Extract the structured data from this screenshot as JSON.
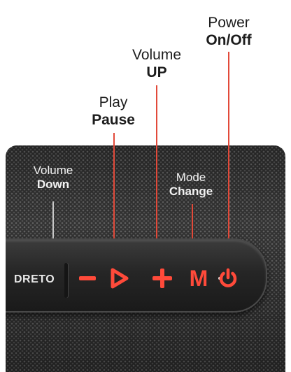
{
  "labels": {
    "power": {
      "line1": "Power",
      "line2": "On/Off"
    },
    "volume_up": {
      "line1": "Volume",
      "line2": "UP"
    },
    "play": {
      "line1": "Play",
      "line2": "Pause"
    },
    "volume_down": {
      "line1": "Volume",
      "line2": "Down"
    },
    "mode": {
      "line1": "Mode",
      "line2": "Change"
    }
  },
  "speaker": {
    "brand_partial": "DRETO"
  },
  "buttons": {
    "minus_icon": "minus-icon",
    "play_icon": "play-icon",
    "plus_icon": "plus-icon",
    "mode_label": "M",
    "power_icon": "power-icon"
  },
  "colors": {
    "accent": "#ff4a3a",
    "body": "#2a2a2a",
    "label_dark": "#1c1c1c",
    "label_light": "#f2f2f2"
  }
}
